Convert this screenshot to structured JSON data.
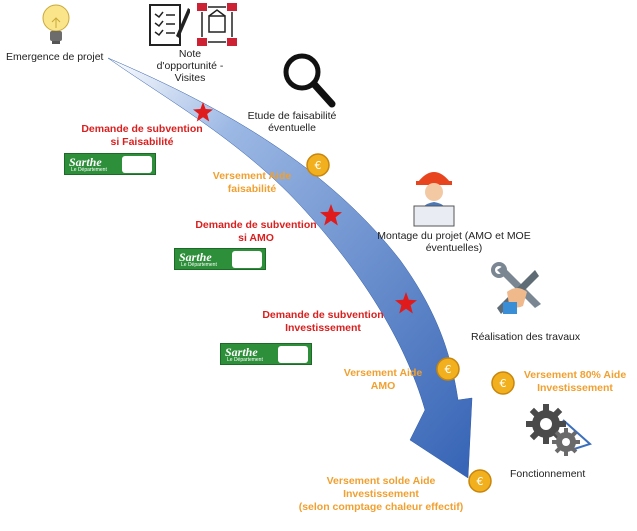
{
  "steps": {
    "emergence": "Emergence de projet",
    "note": "Note\nd'opportunité -\nVisites",
    "etude": "Etude de faisabilité\néventuelle",
    "montage": "Montage du projet (AMO et MOE\néventuelles)",
    "realisation": "Réalisation des travaux",
    "fonctionnement": "Fonctionnement"
  },
  "requests": {
    "faisabilite": "Demande de subvention\nsi Faisabilité",
    "amo": "Demande de subvention\nsi AMO",
    "investissement": "Demande de subvention\nInvestissement"
  },
  "payments": {
    "faisabilite": "Versement Aide\nfaisabilité",
    "amo": "Versement Aide\nAMO",
    "invest80": "Versement 80% Aide\nInvestissement",
    "solde": "Versement solde Aide\nInvestissement\n(selon comptage chaleur effectif)"
  },
  "logo": {
    "name": "Sarthe",
    "sub": "Le Département"
  },
  "colors": {
    "arrow": "#3b6fbe",
    "red": "#d9201f",
    "orange": "#f0a030",
    "logo_green": "#2e8f3a",
    "coin": "#f2b01e"
  },
  "icons": [
    "lightbulb-icon",
    "checklist-icon",
    "houses-icon",
    "magnifier-icon",
    "engineer-icon",
    "tools-icon",
    "gears-icon",
    "coin-icon",
    "star-icon"
  ]
}
